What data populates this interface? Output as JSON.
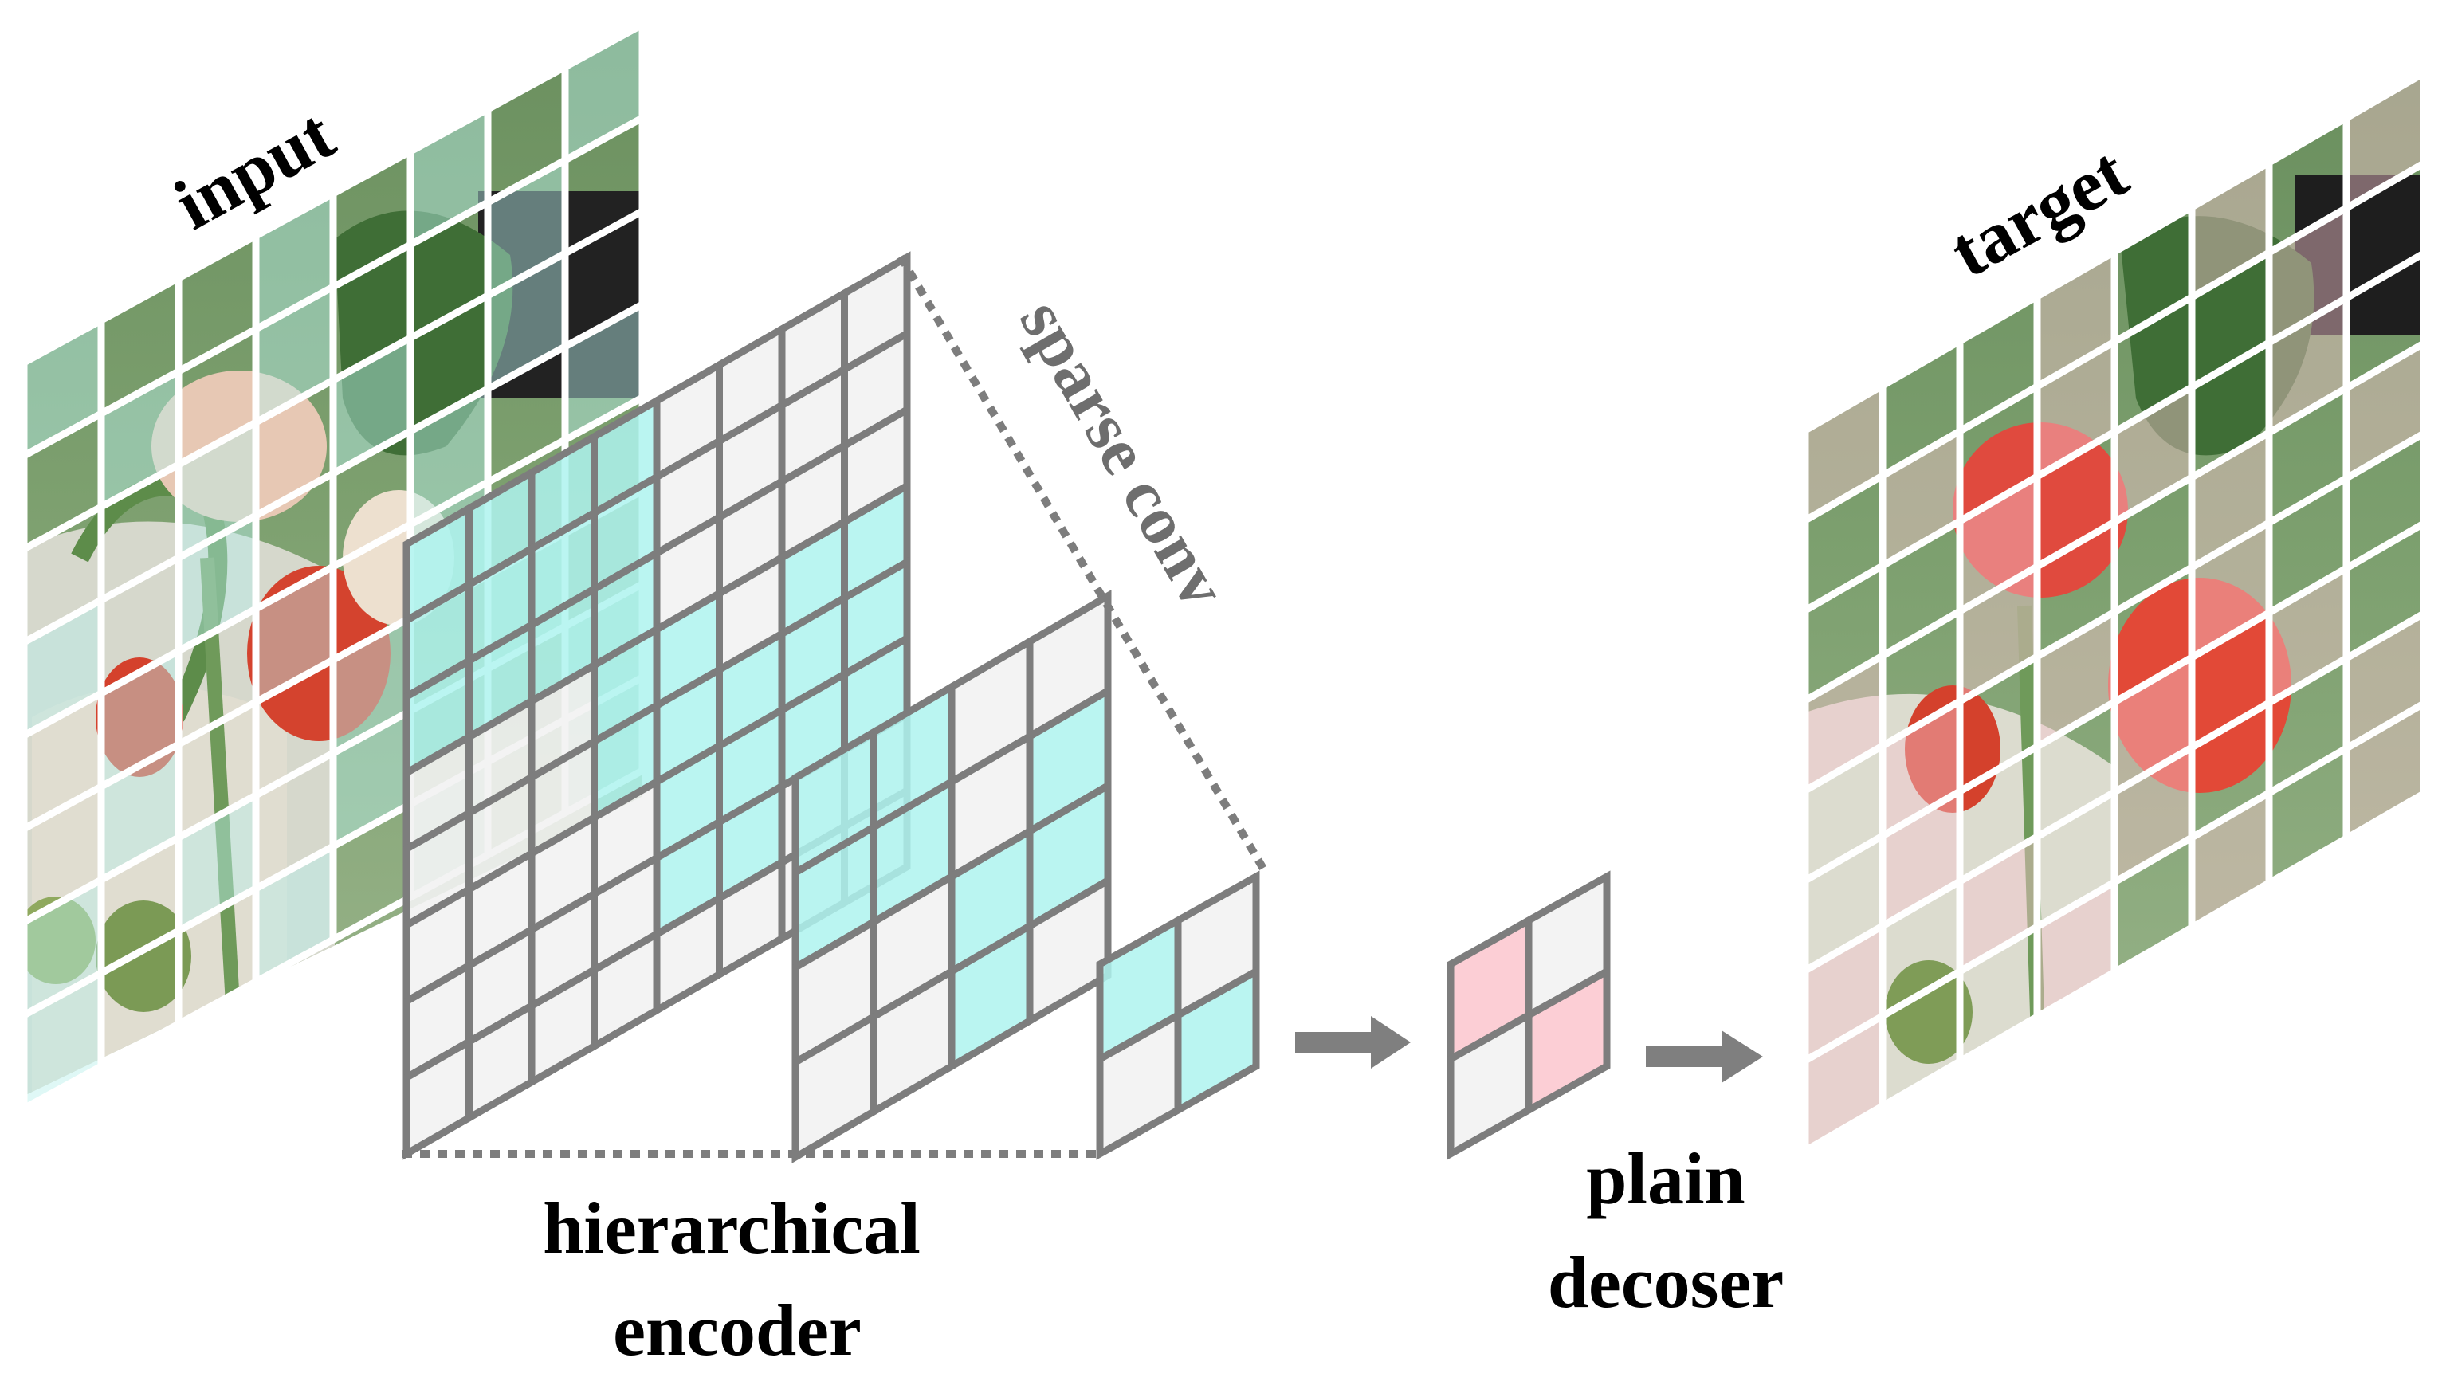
{
  "labels": {
    "input": "input",
    "target": "target",
    "sparse_conv": "sparse conv",
    "encoder_line1": "hierarchical",
    "encoder_line2": "encoder",
    "decoder_line1": "plain",
    "decoder_line2": "decoser"
  },
  "colors": {
    "grid_line": "#7d7d7d",
    "cell_empty": "#f2f2f2",
    "cell_active": "#aef3ee",
    "cell_pink": "#fbc6ce",
    "arrow": "#7f7f7f",
    "text": "#000000",
    "text_grey": "#6e6e6e"
  },
  "grids": {
    "encoder_large": {
      "cells": [
        [
          1,
          1,
          1,
          1,
          0,
          0,
          0,
          0
        ],
        [
          1,
          1,
          1,
          1,
          0,
          0,
          0,
          0
        ],
        [
          1,
          1,
          1,
          1,
          0,
          0,
          0,
          0
        ],
        [
          0,
          0,
          0,
          1,
          1,
          0,
          1,
          1
        ],
        [
          0,
          0,
          0,
          1,
          1,
          1,
          1,
          1
        ],
        [
          0,
          0,
          0,
          0,
          1,
          1,
          1,
          1
        ],
        [
          0,
          0,
          0,
          0,
          1,
          1,
          0,
          0
        ],
        [
          0,
          0,
          0,
          0,
          0,
          0,
          0,
          0
        ]
      ]
    },
    "encoder_medium": {
      "cells": [
        [
          1,
          1,
          0,
          0
        ],
        [
          1,
          1,
          0,
          1
        ],
        [
          0,
          0,
          1,
          1
        ],
        [
          0,
          0,
          1,
          0
        ]
      ]
    },
    "encoder_small": {
      "cells": [
        [
          1,
          0
        ],
        [
          0,
          1
        ]
      ]
    },
    "decoder": {
      "cells": [
        [
          1,
          0
        ],
        [
          0,
          1
        ]
      ]
    }
  }
}
